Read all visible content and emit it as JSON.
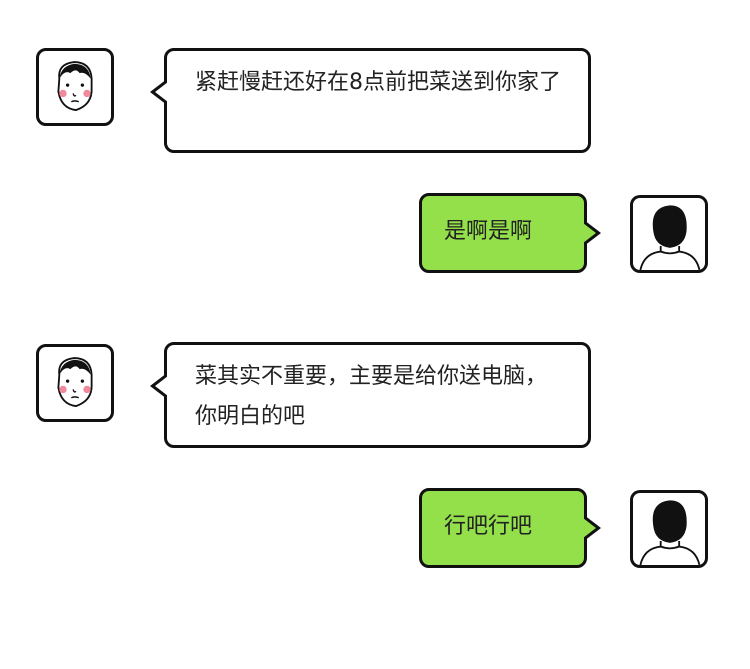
{
  "messages": [
    {
      "sender": "friend",
      "text": "紧赶慢赶还好在8点前把菜送到你家了"
    },
    {
      "sender": "me",
      "text": "是啊是啊"
    },
    {
      "sender": "friend",
      "text": "菜其实不重要，主要是给你送电脑，你明白的吧"
    },
    {
      "sender": "me",
      "text": "行吧行吧"
    }
  ],
  "colors": {
    "my_bubble": "#93e04a",
    "friend_bubble": "#ffffff",
    "outline": "#111111",
    "blush": "#f08a9a"
  }
}
